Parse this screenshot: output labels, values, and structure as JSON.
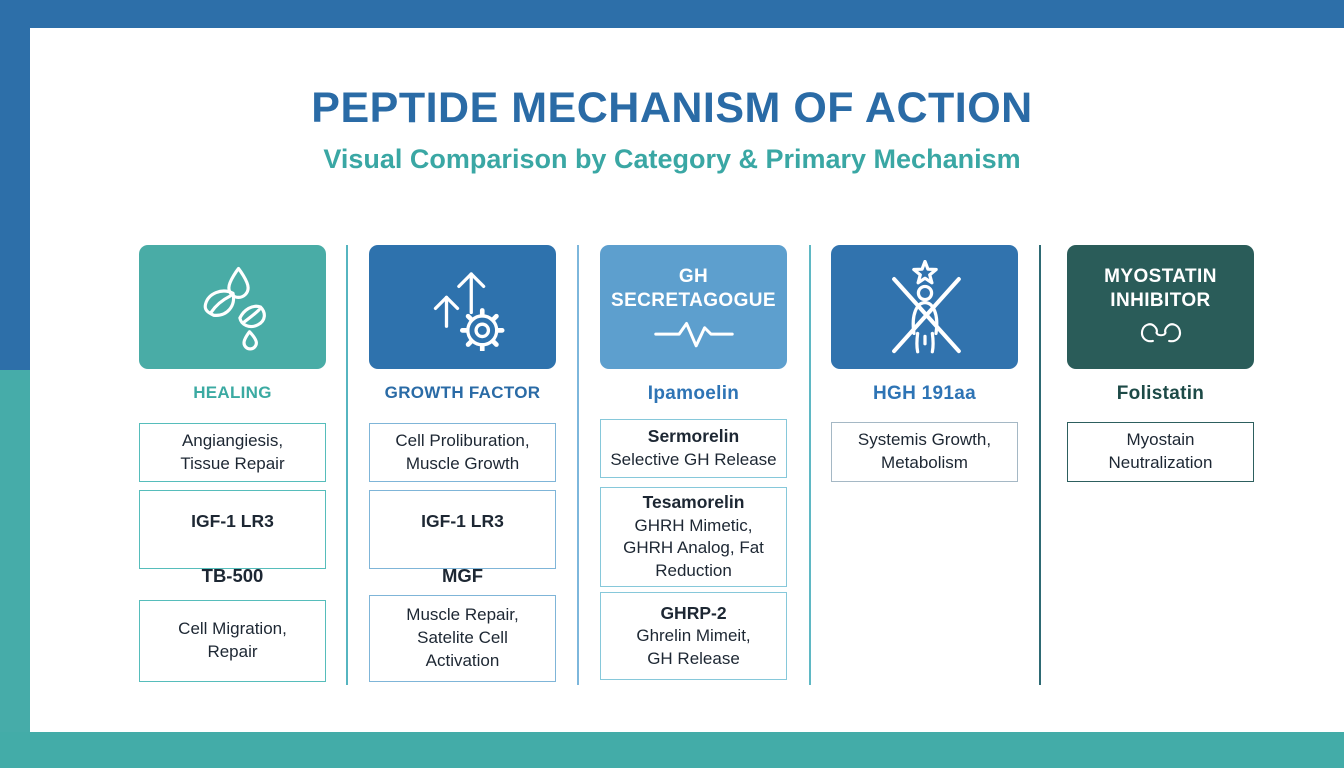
{
  "header": {
    "title": "PEPTIDE MECHANISM OF ACTION",
    "subtitle": "Visual Comparison by Category & Primary Mechanism",
    "title_color": "#2a6ba6",
    "subtitle_color": "#3aa7a4"
  },
  "frame": {
    "top_bar_color": "#2d6fa9",
    "left_bar_top_color": "#2d6fa9",
    "left_bar_bottom_color": "#46aca9",
    "bottom_bar_color": "#43aca8"
  },
  "columns": [
    {
      "label": "HEALING",
      "label_color": "#3baaa2",
      "box_border": "#56bdbb",
      "divider_color": "#56b5c0",
      "card": {
        "color": "#49aca6",
        "icon": "leaf-droplets-icon"
      },
      "box1": {
        "line1": "Angiangiesis,",
        "line2": "Tissue Repair"
      },
      "box2": {
        "line1": "IGF-1 LR3"
      },
      "between": "TB-500",
      "box3": {
        "line1": "Cell Migration,",
        "line2": "Repair"
      }
    },
    {
      "label": "GROWTH FACTOR",
      "label_color": "#2a6ba6",
      "box_border": "#7fb5d8",
      "divider_color": "#7db7dc",
      "card": {
        "color": "#2e72ad",
        "icon": "growth-arrows-gear-icon"
      },
      "box1": {
        "line1": "Cell Proliburation,",
        "line2": "Muscle Growth"
      },
      "box2": {
        "line1": "IGF-1 LR3"
      },
      "between": "MGF",
      "box3": {
        "line1": "Muscle Repair,",
        "line2": "Satelite Cell",
        "line3": "Activation"
      }
    },
    {
      "label": "Ipamoelin",
      "label_color": "#2e74b5",
      "box_border": "#86c8da",
      "divider_color": "#5fb8c4",
      "card": {
        "color": "#5d9fce",
        "icon": "pulse-line-icon",
        "line1": "GH",
        "line2": "SECRETAGOGUE"
      },
      "box1": {
        "line1": "Sermorelin",
        "line2": "Selective GH Release"
      },
      "box2": {
        "line1": "Tesamorelin",
        "line2": "GHRH Mimetic,",
        "line3": "GHRH Analog, Fat",
        "line4": "Reduction"
      },
      "box3": {
        "line1": "GHRP-2",
        "line2": "Ghrelin Mimeit,",
        "line3": "GH Release"
      }
    },
    {
      "label": "HGH 191aa",
      "label_color": "#2e74b5",
      "box_border": "#a5b8c5",
      "divider_color": "#2e6a74",
      "card": {
        "color": "#3173ae",
        "icon": "person-star-crossed-icon"
      },
      "box1": {
        "line1": "Systemis Growth,",
        "line2": "Metabolism"
      }
    },
    {
      "label": "Folistatin",
      "label_color": "#1d4a47",
      "box_border": "#2d5f5e",
      "card": {
        "color": "#2a5c59",
        "icon": "double-bicep-icon",
        "line1": "MYOSTATIN",
        "line2": "INHIBITOR"
      },
      "box1": {
        "line1": "Myostain",
        "line2": "Neutralization"
      }
    }
  ]
}
